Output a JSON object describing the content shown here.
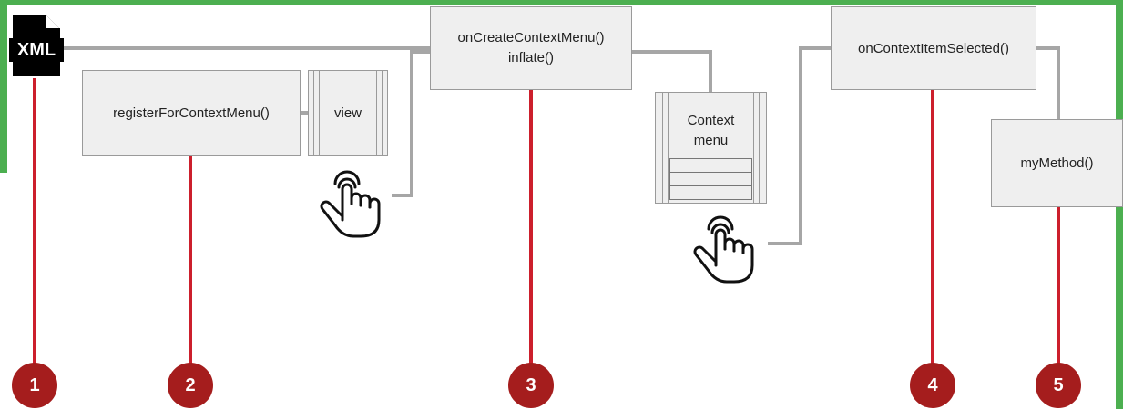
{
  "xml_icon_label": "XML",
  "boxes": {
    "register": "registerForContextMenu()",
    "view": "view",
    "on_create_line1": "onCreateContextMenu()",
    "on_create_line2": "inflate()",
    "context_menu_line1": "Context",
    "context_menu_line2": "menu",
    "on_item_selected": "onContextItemSelected()",
    "my_method": "myMethod()"
  },
  "steps": [
    "1",
    "2",
    "3",
    "4",
    "5"
  ],
  "colors": {
    "frame": "#4caf50",
    "stem": "#cc1f2c",
    "badge": "#a51d1d",
    "connector": "#a6a6a6",
    "box_fill": "#efefef"
  }
}
